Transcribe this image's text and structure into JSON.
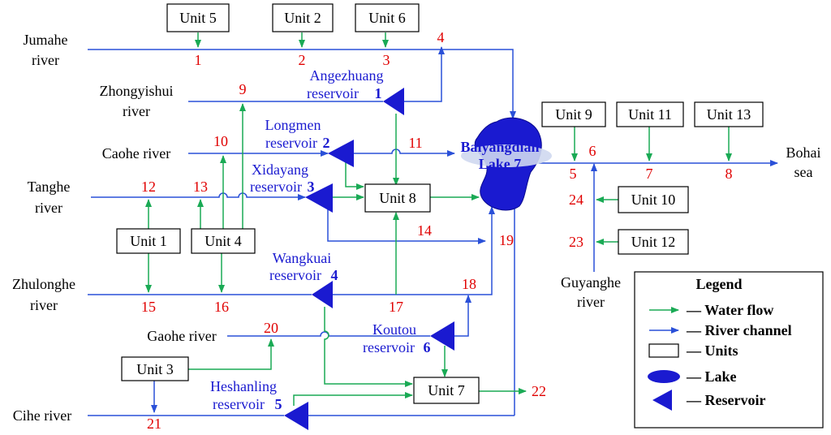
{
  "rivers": {
    "jumahe_1": "Jumahe",
    "jumahe_2": "river",
    "zhongyishui_1": "Zhongyishui",
    "zhongyishui_2": "river",
    "caohe": "Caohe river",
    "tanghe_1": "Tanghe",
    "tanghe_2": "river",
    "zhulonghe_1": "Zhulonghe",
    "zhulonghe_2": "river",
    "gaohe": "Gaohe river",
    "cihe": "Cihe  river",
    "guyanghe_1": "Guyanghe",
    "guyanghe_2": "river",
    "bohai_1": "Bohai",
    "bohai_2": "sea"
  },
  "reservoirs": {
    "r1_name_1": "Angezhuang",
    "r1_name_2": "reservoir",
    "r1_num": "1",
    "r2_name_1": "Longmen",
    "r2_name_2": "reservoir",
    "r2_num": "2",
    "r3_name_1": "Xidayang",
    "r3_name_2": "reservoir",
    "r3_num": "3",
    "r4_name_1": "Wangkuai",
    "r4_name_2": "reservoir",
    "r4_num": "4",
    "r5_name_1": "Heshanling",
    "r5_name_2": "reservoir",
    "r5_num": "5",
    "r6_name_1": "Koutou",
    "r6_name_2": "reservoir",
    "r6_num": "6"
  },
  "lake": {
    "name_1": "Baiyangdian",
    "name_2": "Lake 7"
  },
  "units": {
    "u1": "Unit 1",
    "u2": "Unit 2",
    "u3": "Unit 3",
    "u4": "Unit 4",
    "u5": "Unit 5",
    "u6": "Unit 6",
    "u7": "Unit 7",
    "u8": "Unit 8",
    "u9": "Unit 9",
    "u10": "Unit 10",
    "u11": "Unit 11",
    "u12": "Unit 12",
    "u13": "Unit 13"
  },
  "nodes": {
    "n1": "1",
    "n2": "2",
    "n3": "3",
    "n4": "4",
    "n5": "5",
    "n6": "6",
    "n7": "7",
    "n8": "8",
    "n9": "9",
    "n10": "10",
    "n11": "11",
    "n12": "12",
    "n13": "13",
    "n14": "14",
    "n15": "15",
    "n16": "16",
    "n17": "17",
    "n18": "18",
    "n19": "19",
    "n20": "20",
    "n21": "21",
    "n22": "22",
    "n23": "23",
    "n24": "24"
  },
  "legend": {
    "title": "Legend",
    "water_flow": "— Water flow",
    "river_channel": "— River channel",
    "units": "— Units",
    "lake": "— Lake",
    "reservoir": "— Reservoir"
  },
  "colors": {
    "river": "#2a50d8",
    "water_flow": "#1aaa55",
    "node_label": "#e00000",
    "reservoir_label": "#1a1ad0",
    "lake": "#1a1ad0"
  }
}
